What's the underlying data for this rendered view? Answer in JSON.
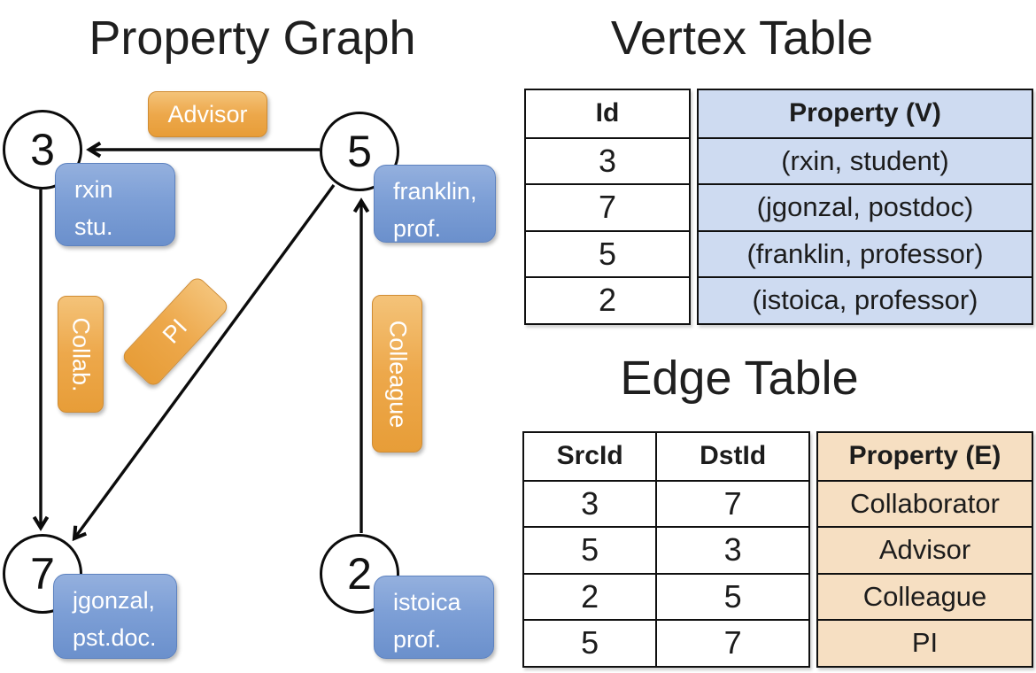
{
  "graph": {
    "title": "Property Graph",
    "nodes": {
      "n3": {
        "id": "3",
        "prop_line1": "rxin",
        "prop_line2": "stu."
      },
      "n5": {
        "id": "5",
        "prop_line1": "franklin,",
        "prop_line2": "prof."
      },
      "n7": {
        "id": "7",
        "prop_line1": "jgonzal,",
        "prop_line2": "pst.doc."
      },
      "n2": {
        "id": "2",
        "prop_line1": "istoica",
        "prop_line2": "prof."
      }
    },
    "edge_labels": {
      "advisor": "Advisor",
      "collab": "Collab.",
      "pi": "PI",
      "colleague": "Colleague"
    }
  },
  "vertex_table": {
    "title": "Vertex Table",
    "columns": {
      "id": "Id",
      "property": "Property (V)"
    },
    "rows": [
      {
        "id": "3",
        "property": "(rxin, student)"
      },
      {
        "id": "7",
        "property": "(jgonzal, postdoc)"
      },
      {
        "id": "5",
        "property": "(franklin, professor)"
      },
      {
        "id": "2",
        "property": "(istoica, professor)"
      }
    ]
  },
  "edge_table": {
    "title": "Edge Table",
    "columns": {
      "src": "SrcId",
      "dst": "DstId",
      "property": "Property (E)"
    },
    "rows": [
      {
        "src": "3",
        "dst": "7",
        "property": "Collaborator"
      },
      {
        "src": "5",
        "dst": "3",
        "property": "Advisor"
      },
      {
        "src": "2",
        "dst": "5",
        "property": "Colleague"
      },
      {
        "src": "5",
        "dst": "7",
        "property": "PI"
      }
    ]
  },
  "colors": {
    "edge_label_orange": "#EDA84B",
    "vertex_prop_blue": "#7D9FD6",
    "vertex_table_fill": "#CEDBF1",
    "edge_table_fill": "#F6DFC2",
    "line_black": "#0C0C0C"
  }
}
